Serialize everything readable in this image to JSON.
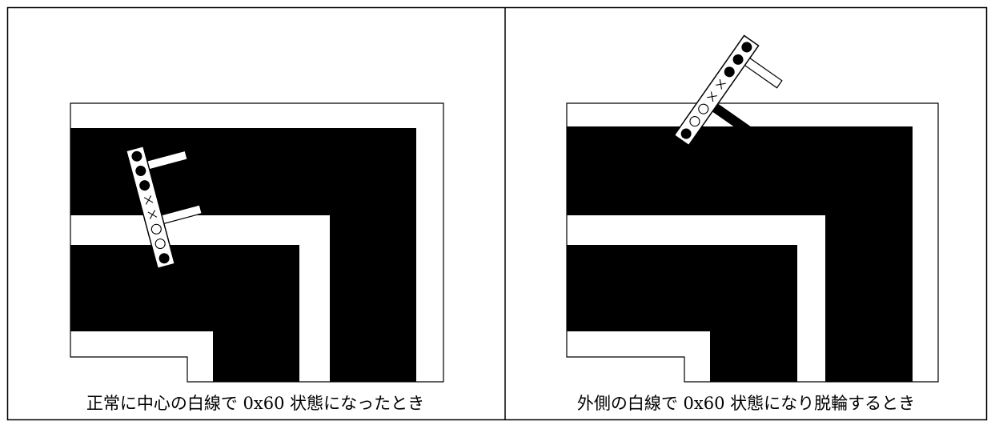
{
  "panels": [
    {
      "caption": "正常に中心の白線で 0x60 状態になったとき",
      "sensor_marks": [
        "filled",
        "filled",
        "filled",
        "cross",
        "cross",
        "circle",
        "circle",
        "filled"
      ]
    },
    {
      "caption": "外側の白線で 0x60 状態になり脱輪するとき",
      "sensor_marks": [
        "filled",
        "filled",
        "filled",
        "cross",
        "cross",
        "circle",
        "circle",
        "filled"
      ]
    }
  ],
  "colors": {
    "course_black": "#000000",
    "line_white": "#ffffff",
    "border": "#000000"
  },
  "icons": {
    "filled": "black-dot-icon",
    "circle": "white-circle-icon",
    "cross": "cross-mark-icon"
  }
}
